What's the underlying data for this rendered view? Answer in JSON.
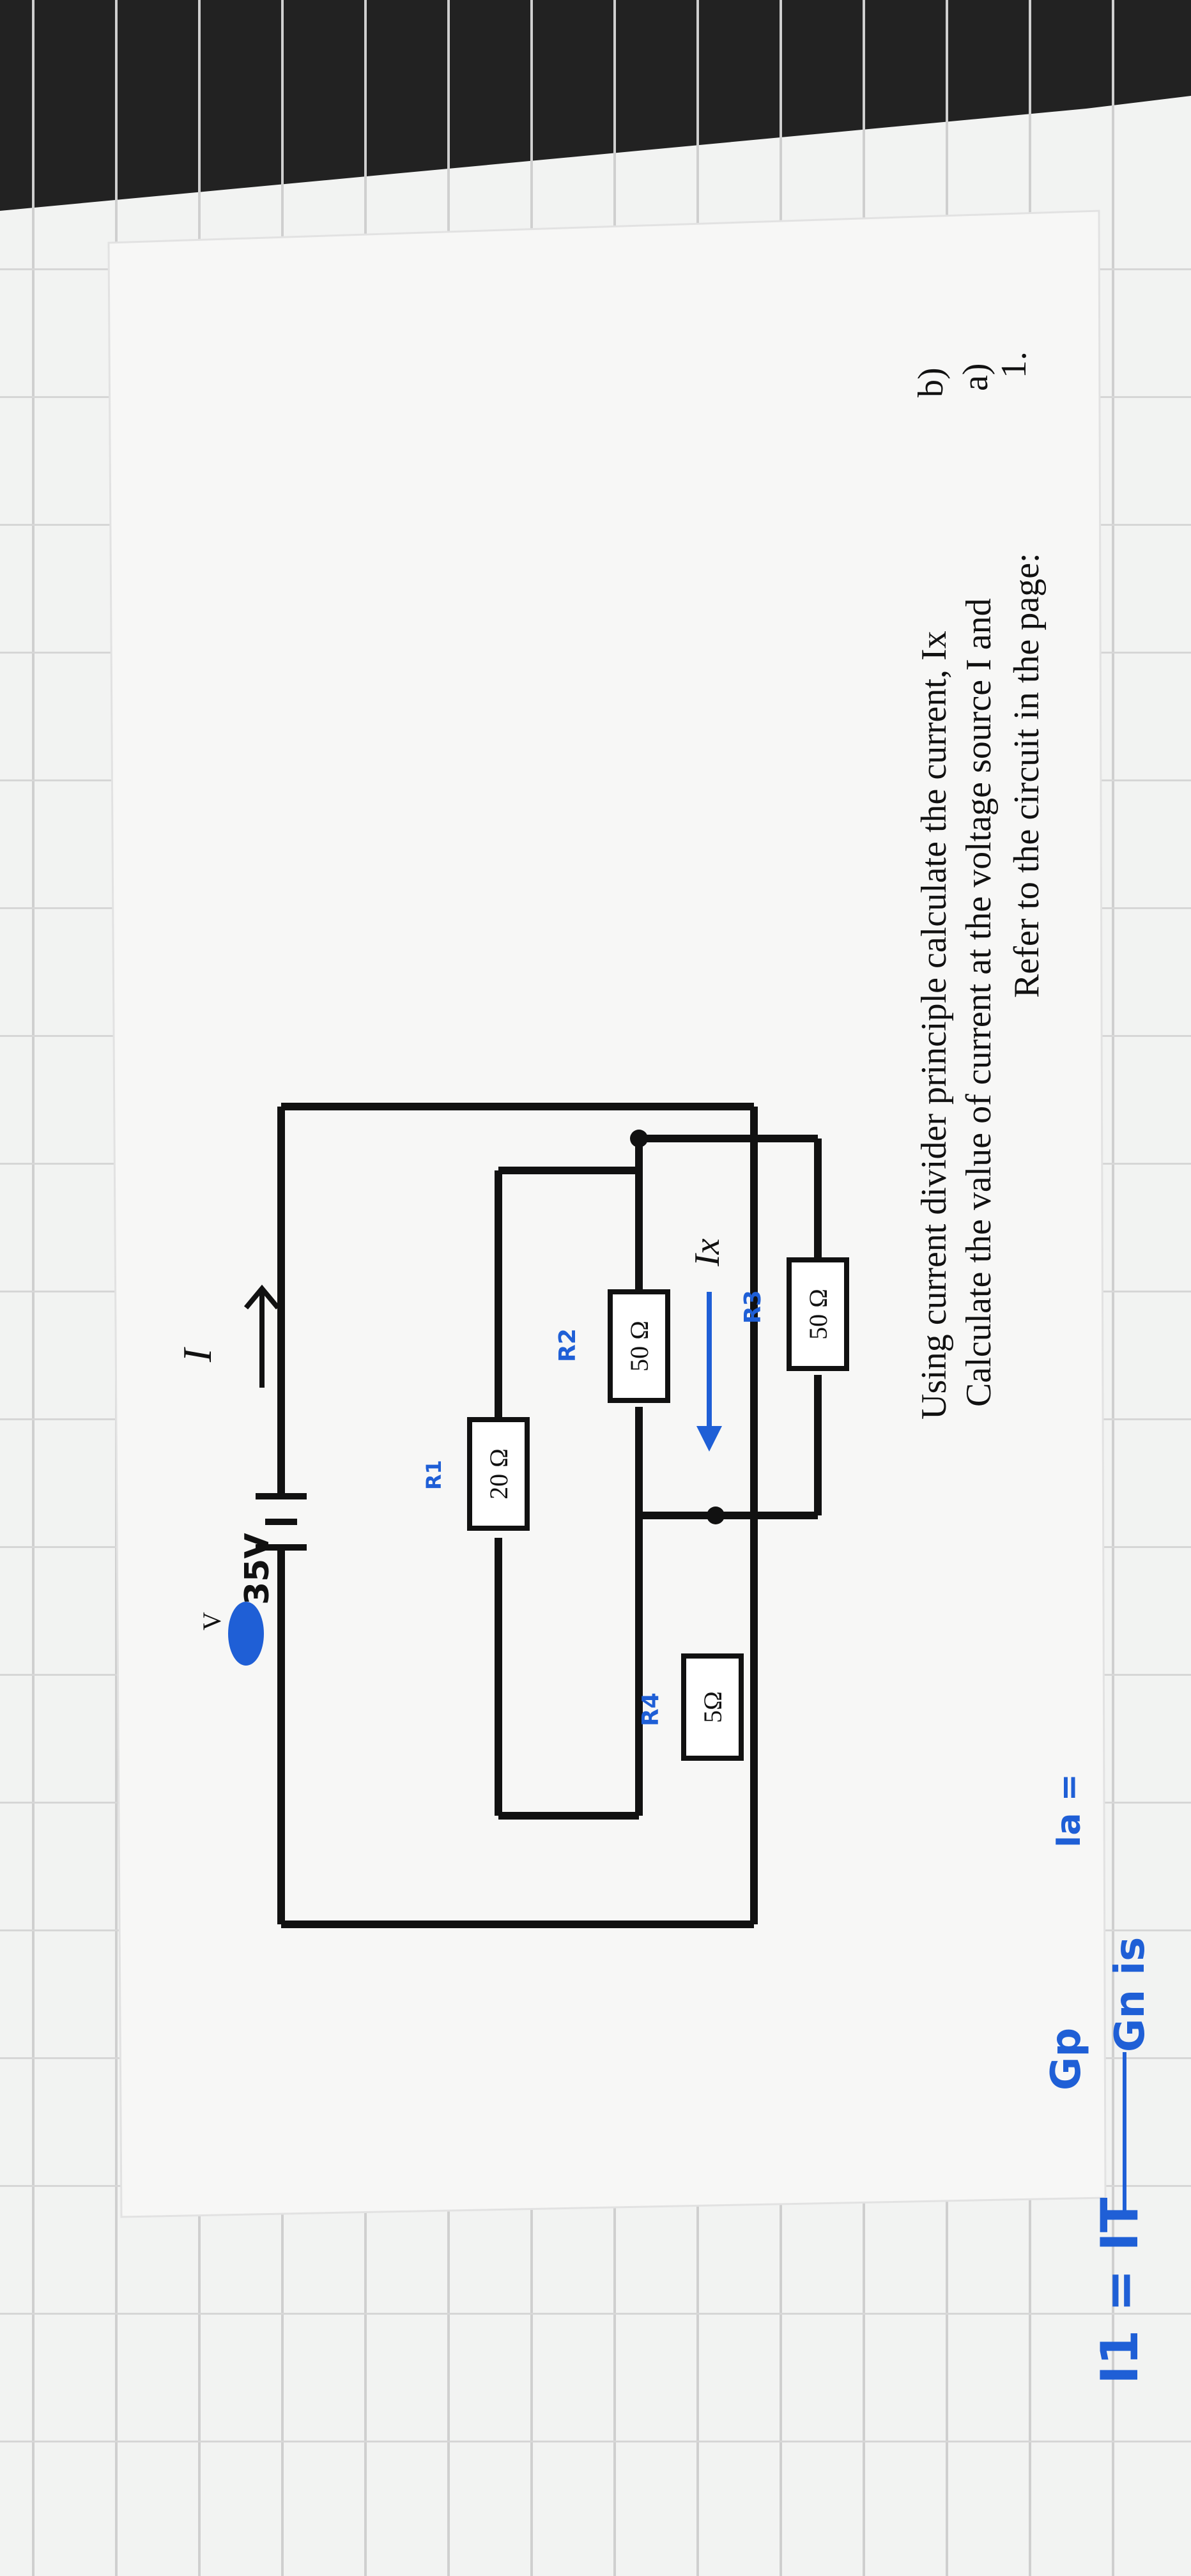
{
  "question": {
    "number": "1.",
    "intro": "Refer to the circuit in the page:",
    "part_a_letter": "a)",
    "part_a": "Calculate the value of current at the voltage source I and",
    "part_b_letter": "b)",
    "part_b": "Using current divider principle calculate the current, Ix"
  },
  "circuit": {
    "r3_value": "50 Ω",
    "r2_value": "50 Ω",
    "r1_value": "20 Ω",
    "r4_value": "5Ω",
    "ix_label": "Ix",
    "i_label": "I",
    "source_unit": "V",
    "source_value": "35V"
  },
  "handwritten": {
    "r3": "R3",
    "r2": "R2",
    "r1": "R1",
    "r4": "R4",
    "formula_lhs": "Ia =",
    "formula_num": "Gn is",
    "formula_den": "Gp",
    "bottom": "I1 = IT"
  },
  "colors": {
    "ink_blue": "#1f5fd6",
    "paper": "#f3f4f3",
    "grid": "#cfcfcf"
  }
}
